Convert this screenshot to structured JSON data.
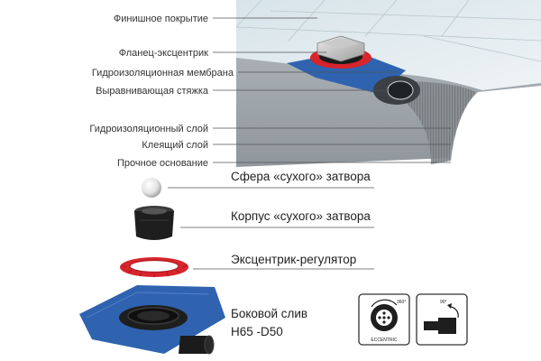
{
  "layers": [
    {
      "id": "finish",
      "label": "Финишное покрытие"
    },
    {
      "id": "flange",
      "label": "Фланец-эксцентрик"
    },
    {
      "id": "membrane",
      "label": "Гидроизоляционная мембрана"
    },
    {
      "id": "screed",
      "label": "Выравнивающая стяжка"
    },
    {
      "id": "waterproof",
      "label": "Гидроизоляционный слой"
    },
    {
      "id": "adhesive",
      "label": "Клеящий слой"
    },
    {
      "id": "base",
      "label": "Прочное основание"
    }
  ],
  "parts": [
    {
      "id": "sphere",
      "label": "Сфера «сухого» затвора"
    },
    {
      "id": "housing",
      "label": "Корпус «сухого» затвора"
    },
    {
      "id": "eccentric",
      "label": "Эксцентрик-регулятор"
    }
  ],
  "side_drain": {
    "line1": "Боковой слив",
    "line2": "H65 -D50"
  },
  "badges": {
    "eccentric": {
      "angle": "360°",
      "caption": "ECCENTRIC"
    },
    "rotation": {
      "angle": "90°"
    }
  },
  "colors": {
    "membrane_blue": "#2f63b0",
    "flange_red": "#d8242b",
    "leader_gray": "#555555"
  }
}
